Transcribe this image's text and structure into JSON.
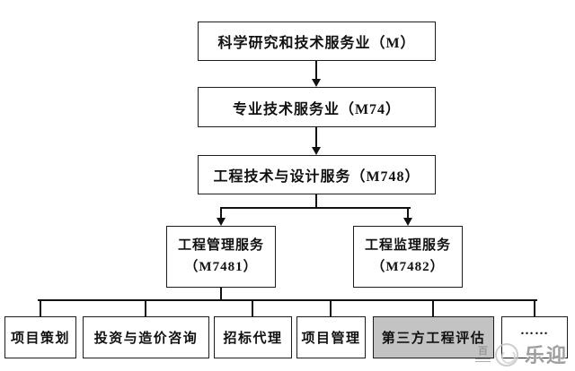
{
  "flowchart": {
    "level1": {
      "label": "科学研究和技术服务业（M）"
    },
    "level2": {
      "label": "专业技术服务业（M74）"
    },
    "level3": {
      "label": "工程技术与设计服务（M748）"
    },
    "level4": {
      "left": {
        "line1": "工程管理服务",
        "line2": "（M7481）"
      },
      "right": {
        "line1": "工程监理服务",
        "line2": "（M7482）"
      }
    },
    "level5": {
      "items": [
        {
          "label": "项目策划",
          "highlighted": false
        },
        {
          "label": "投资与造价咨询",
          "highlighted": false
        },
        {
          "label": "招标代理",
          "highlighted": false
        },
        {
          "label": "项目管理",
          "highlighted": false
        },
        {
          "label": "第三方工程评估",
          "highlighted": true
        },
        {
          "label": "……",
          "highlighted": false
        }
      ]
    }
  },
  "watermark": {
    "brand_text": "乐迎",
    "fragment_text": "百"
  },
  "colors": {
    "background": "#ffffff",
    "line": "#111111",
    "box_border": "#1c1c1c",
    "box_fill": "#ffffff",
    "highlight_fill": "#c3c3c3",
    "watermark_gray": "#9e9e9e"
  }
}
